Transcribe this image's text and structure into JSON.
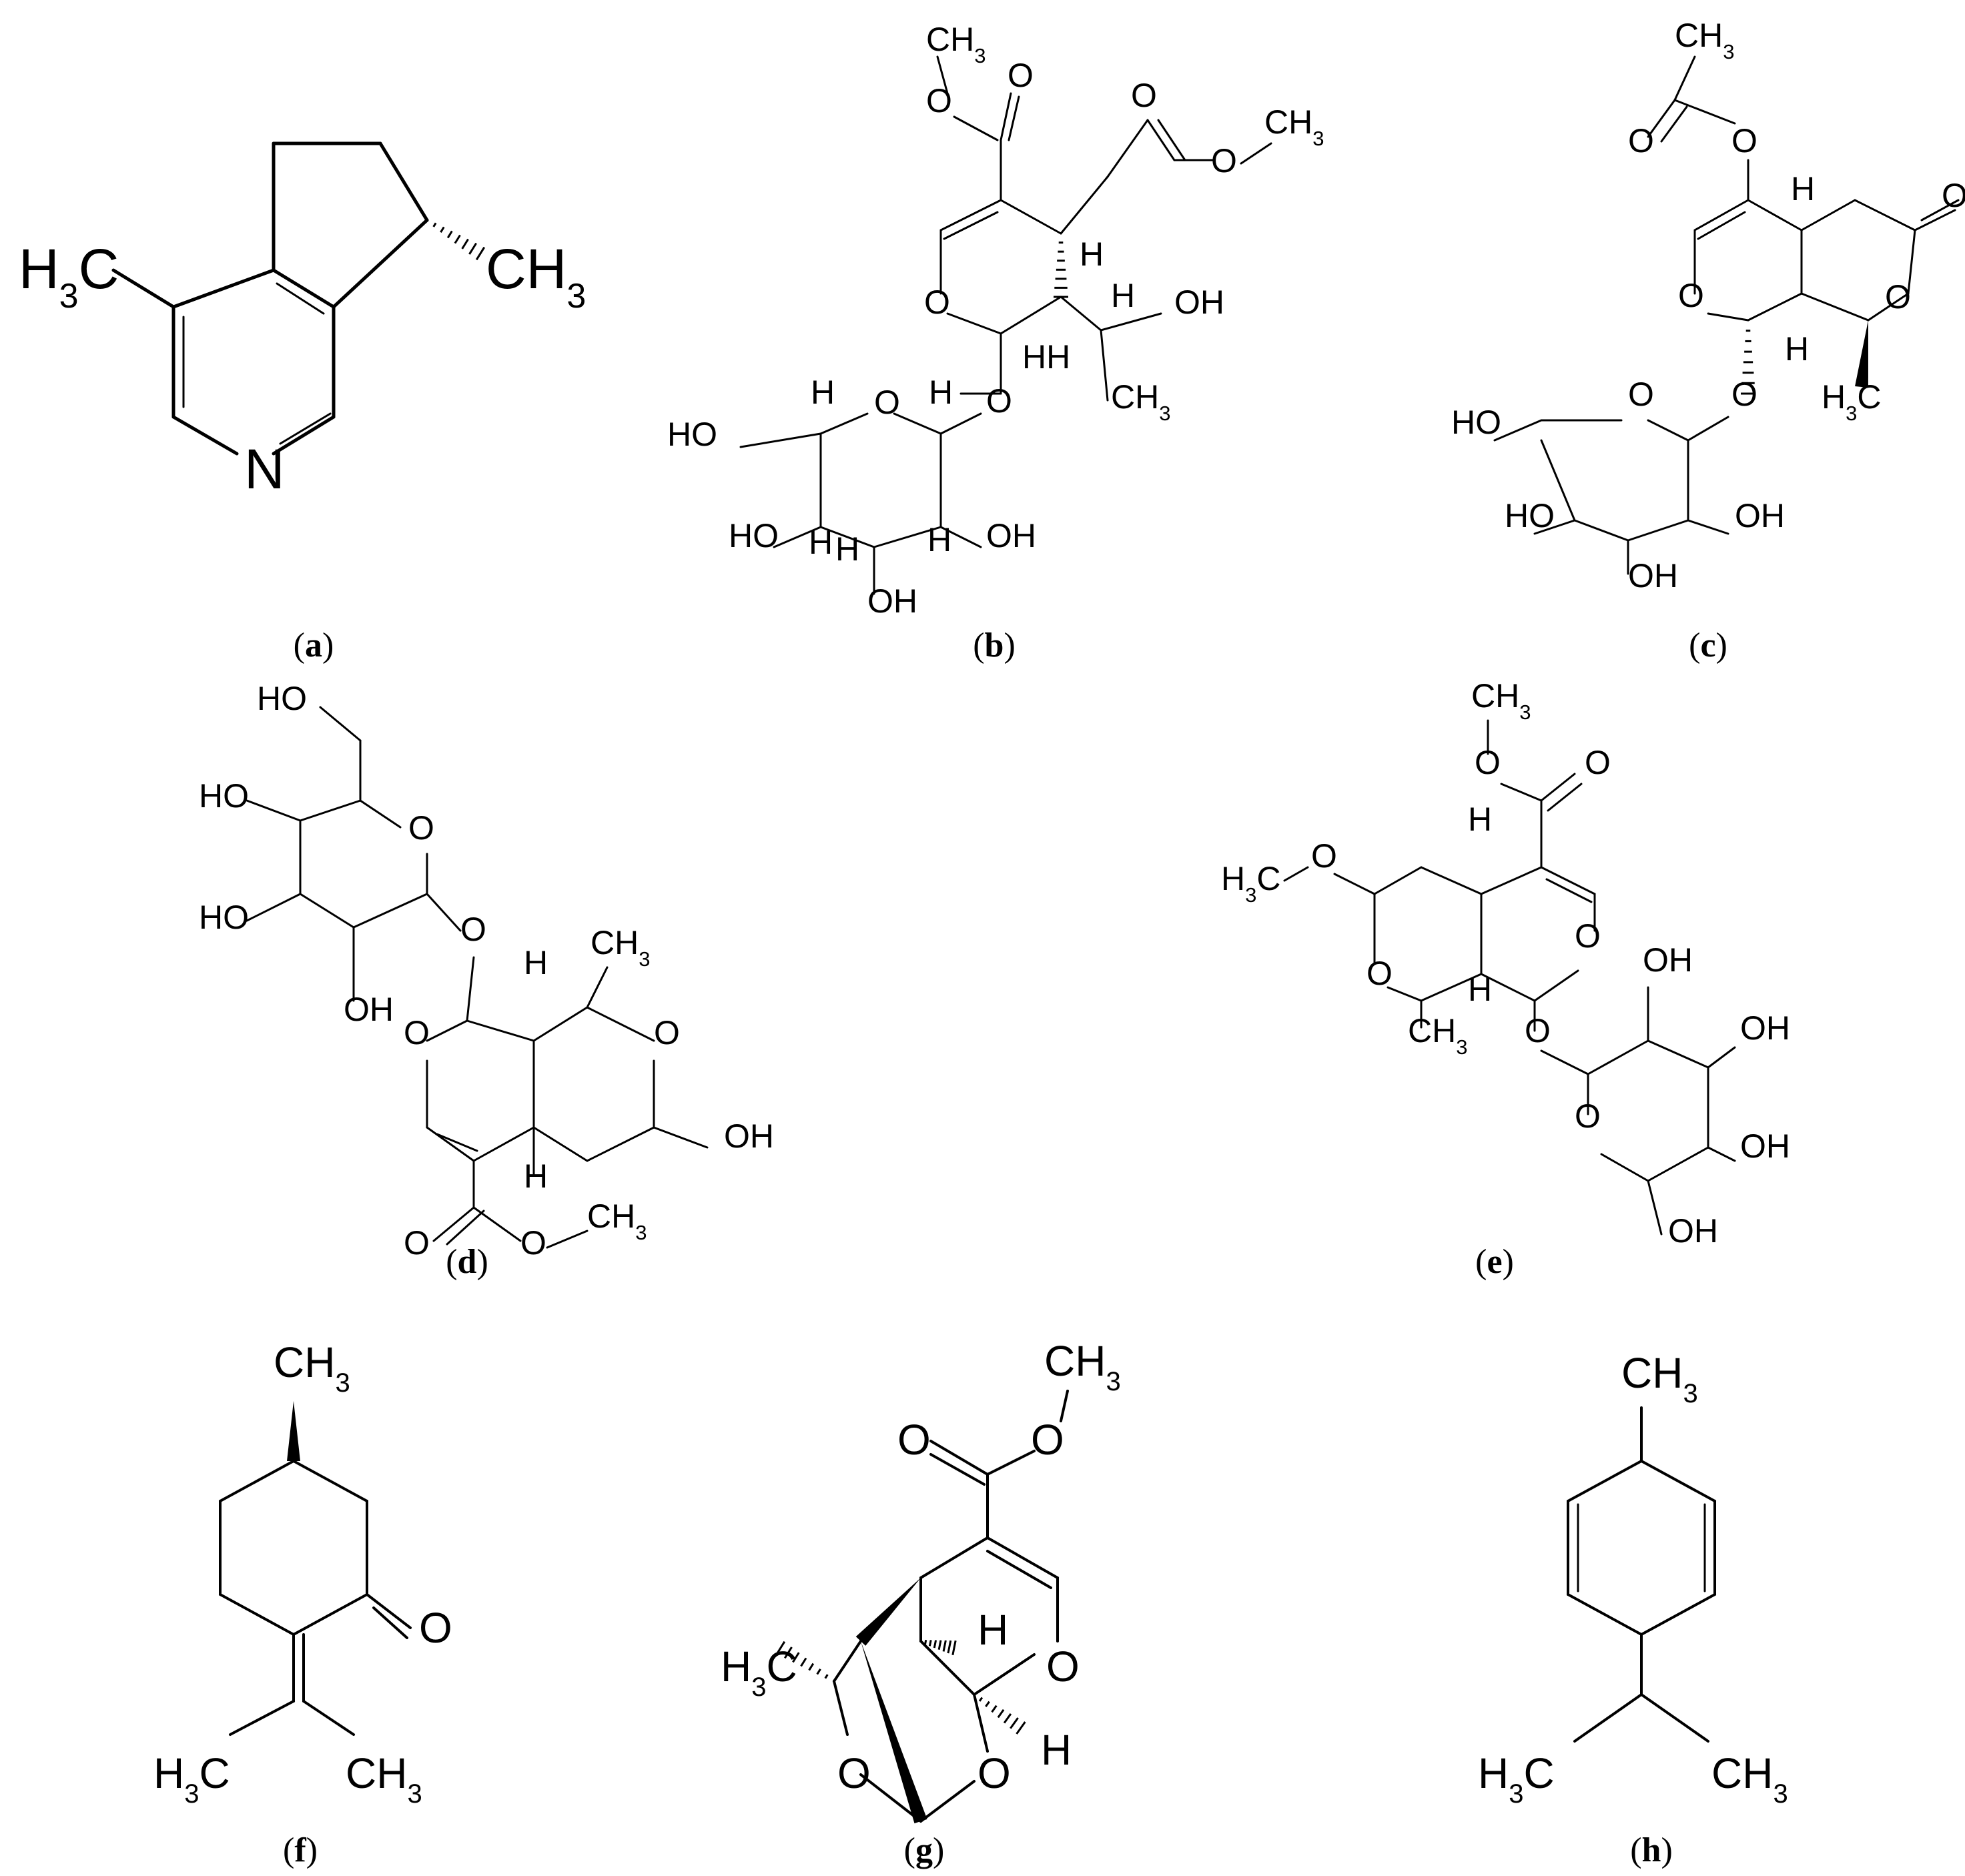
{
  "figure": {
    "panels": [
      {
        "id": "a",
        "caption_open": "(",
        "caption_letter": "a",
        "caption_close": ")",
        "labels": [
          {
            "key": "h3c",
            "base": "H",
            "sub": "3",
            "tail": "C"
          },
          {
            "key": "ch3",
            "base": "CH",
            "sub": "3",
            "tail": ""
          },
          {
            "key": "n",
            "base": "N",
            "sub": "",
            "tail": ""
          }
        ]
      },
      {
        "id": "b",
        "caption_open": "(",
        "caption_letter": "b",
        "caption_close": ")",
        "labels": [
          {
            "key": "ch3_top",
            "base": "CH",
            "sub": "3",
            "tail": ""
          },
          {
            "key": "o_carbonyl",
            "base": "O",
            "sub": "",
            "tail": ""
          },
          {
            "key": "o_ester",
            "base": "O",
            "sub": "",
            "tail": ""
          },
          {
            "key": "o_carbonyl2",
            "base": "O",
            "sub": "",
            "tail": ""
          },
          {
            "key": "o_ester2",
            "base": "O",
            "sub": "",
            "tail": ""
          },
          {
            "key": "ch3_right",
            "base": "CH",
            "sub": "3",
            "tail": ""
          },
          {
            "key": "h_ring",
            "base": "H",
            "sub": "",
            "tail": ""
          },
          {
            "key": "o_ring",
            "base": "O",
            "sub": "",
            "tail": ""
          },
          {
            "key": "hh",
            "base": "HH",
            "sub": "",
            "tail": ""
          },
          {
            "key": "h_side",
            "base": "H",
            "sub": "",
            "tail": ""
          },
          {
            "key": "oh_side",
            "base": "OH",
            "sub": "",
            "tail": ""
          },
          {
            "key": "ch3_side",
            "base": "CH",
            "sub": "3",
            "tail": ""
          },
          {
            "key": "o_glyco",
            "base": "O",
            "sub": "",
            "tail": ""
          },
          {
            "key": "ho_sugar",
            "base": "HO",
            "sub": "",
            "tail": ""
          },
          {
            "key": "h_s1",
            "base": "H",
            "sub": "",
            "tail": ""
          },
          {
            "key": "o_sugar",
            "base": "O",
            "sub": "",
            "tail": ""
          },
          {
            "key": "h_s2",
            "base": "H",
            "sub": "",
            "tail": ""
          },
          {
            "key": "ho_s2",
            "base": "HO",
            "sub": "",
            "tail": ""
          },
          {
            "key": "h_s3",
            "base": "H",
            "sub": "",
            "tail": ""
          },
          {
            "key": "h_s4",
            "base": "H",
            "sub": "",
            "tail": ""
          },
          {
            "key": "h_s5",
            "base": "H",
            "sub": "",
            "tail": ""
          },
          {
            "key": "oh_s3",
            "base": "OH",
            "sub": "",
            "tail": ""
          },
          {
            "key": "oh_s4",
            "base": "OH",
            "sub": "",
            "tail": ""
          }
        ]
      },
      {
        "id": "c",
        "caption_open": "(",
        "caption_letter": "c",
        "caption_close": ")",
        "labels": [
          {
            "key": "ch3_top",
            "base": "CH",
            "sub": "3",
            "tail": ""
          },
          {
            "key": "o_carbonyl",
            "base": "O",
            "sub": "",
            "tail": ""
          },
          {
            "key": "o_ester",
            "base": "O",
            "sub": "",
            "tail": ""
          },
          {
            "key": "h_ring",
            "base": "H",
            "sub": "",
            "tail": ""
          },
          {
            "key": "o_lactone_c",
            "base": "O",
            "sub": "",
            "tail": ""
          },
          {
            "key": "o_ring",
            "base": "O",
            "sub": "",
            "tail": ""
          },
          {
            "key": "o_lactone",
            "base": "O",
            "sub": "",
            "tail": ""
          },
          {
            "key": "h_ring2",
            "base": "H",
            "sub": "",
            "tail": ""
          },
          {
            "key": "o_glyco",
            "base": "O",
            "sub": "",
            "tail": ""
          },
          {
            "key": "h3c",
            "base": "H",
            "sub": "3",
            "tail": "C"
          },
          {
            "key": "ho_sugar",
            "base": "HO",
            "sub": "",
            "tail": ""
          },
          {
            "key": "o_sugar",
            "base": "O",
            "sub": "",
            "tail": ""
          },
          {
            "key": "ho_s2",
            "base": "HO",
            "sub": "",
            "tail": ""
          },
          {
            "key": "oh_s1",
            "base": "OH",
            "sub": "",
            "tail": ""
          },
          {
            "key": "oh_s2",
            "base": "OH",
            "sub": "",
            "tail": ""
          }
        ]
      },
      {
        "id": "d",
        "caption_open": "(",
        "caption_letter": "d",
        "caption_close": ")",
        "labels": [
          {
            "key": "ho_top",
            "base": "HO",
            "sub": "",
            "tail": ""
          },
          {
            "key": "ho_s1",
            "base": "HO",
            "sub": "",
            "tail": ""
          },
          {
            "key": "o_sugar",
            "base": "O",
            "sub": "",
            "tail": ""
          },
          {
            "key": "ho_s2",
            "base": "HO",
            "sub": "",
            "tail": ""
          },
          {
            "key": "o_glyco",
            "base": "O",
            "sub": "",
            "tail": ""
          },
          {
            "key": "oh_s3",
            "base": "OH",
            "sub": "",
            "tail": ""
          },
          {
            "key": "h_ring",
            "base": "H",
            "sub": "",
            "tail": ""
          },
          {
            "key": "ch3_ring",
            "base": "CH",
            "sub": "3",
            "tail": ""
          },
          {
            "key": "o_ring",
            "base": "O",
            "sub": "",
            "tail": ""
          },
          {
            "key": "o_ring2",
            "base": "O",
            "sub": "",
            "tail": ""
          },
          {
            "key": "oh_ring",
            "base": "OH",
            "sub": "",
            "tail": ""
          },
          {
            "key": "h_ring2",
            "base": "H",
            "sub": "",
            "tail": ""
          },
          {
            "key": "o_carbonyl",
            "base": "O",
            "sub": "",
            "tail": ""
          },
          {
            "key": "o_ester",
            "base": "O",
            "sub": "",
            "tail": ""
          },
          {
            "key": "ch3_ester",
            "base": "CH",
            "sub": "3",
            "tail": ""
          }
        ]
      },
      {
        "id": "e",
        "caption_open": "(",
        "caption_letter": "e",
        "caption_close": ")",
        "labels": [
          {
            "key": "ch3_top",
            "base": "CH",
            "sub": "3",
            "tail": ""
          },
          {
            "key": "o_ester",
            "base": "O",
            "sub": "",
            "tail": ""
          },
          {
            "key": "o_carbonyl",
            "base": "O",
            "sub": "",
            "tail": ""
          },
          {
            "key": "h3c_o",
            "base": "H",
            "sub": "3",
            "tail": "C"
          },
          {
            "key": "o_methoxy",
            "base": "O",
            "sub": "",
            "tail": ""
          },
          {
            "key": "h_ring",
            "base": "H",
            "sub": "",
            "tail": ""
          },
          {
            "key": "o_ring",
            "base": "O",
            "sub": "",
            "tail": ""
          },
          {
            "key": "o_ring2",
            "base": "O",
            "sub": "",
            "tail": ""
          },
          {
            "key": "h_ring2",
            "base": "H",
            "sub": "",
            "tail": ""
          },
          {
            "key": "ch3_ring",
            "base": "CH",
            "sub": "3",
            "tail": ""
          },
          {
            "key": "o_glyco",
            "base": "O",
            "sub": "",
            "tail": ""
          },
          {
            "key": "oh_s1",
            "base": "OH",
            "sub": "",
            "tail": ""
          },
          {
            "key": "oh_s2",
            "base": "OH",
            "sub": "",
            "tail": ""
          },
          {
            "key": "o_sugar",
            "base": "O",
            "sub": "",
            "tail": ""
          },
          {
            "key": "oh_s3",
            "base": "OH",
            "sub": "",
            "tail": ""
          },
          {
            "key": "oh_s4",
            "base": "OH",
            "sub": "",
            "tail": ""
          }
        ]
      },
      {
        "id": "f",
        "caption_open": "(",
        "caption_letter": "f",
        "caption_close": ")",
        "labels": [
          {
            "key": "ch3_top",
            "base": "CH",
            "sub": "3",
            "tail": ""
          },
          {
            "key": "o_keto",
            "base": "O",
            "sub": "",
            "tail": ""
          },
          {
            "key": "h3c",
            "base": "H",
            "sub": "3",
            "tail": "C"
          },
          {
            "key": "ch3",
            "base": "CH",
            "sub": "3",
            "tail": ""
          }
        ]
      },
      {
        "id": "g",
        "caption_open": "(",
        "caption_letter": "g",
        "caption_close": ")",
        "labels": [
          {
            "key": "ch3_top",
            "base": "CH",
            "sub": "3",
            "tail": ""
          },
          {
            "key": "o_carbonyl",
            "base": "O",
            "sub": "",
            "tail": ""
          },
          {
            "key": "o_ester",
            "base": "O",
            "sub": "",
            "tail": ""
          },
          {
            "key": "h_ring",
            "base": "H",
            "sub": "",
            "tail": ""
          },
          {
            "key": "o_ring",
            "base": "O",
            "sub": "",
            "tail": ""
          },
          {
            "key": "h3c",
            "base": "H",
            "sub": "3",
            "tail": "C"
          },
          {
            "key": "h_ring2",
            "base": "H",
            "sub": "",
            "tail": ""
          },
          {
            "key": "o_l",
            "base": "O",
            "sub": "",
            "tail": ""
          },
          {
            "key": "o_r",
            "base": "O",
            "sub": "",
            "tail": ""
          }
        ]
      },
      {
        "id": "h",
        "caption_open": "(",
        "caption_letter": "h",
        "caption_close": ")",
        "labels": [
          {
            "key": "ch3_top",
            "base": "CH",
            "sub": "3",
            "tail": ""
          },
          {
            "key": "h3c",
            "base": "H",
            "sub": "3",
            "tail": "C"
          },
          {
            "key": "ch3",
            "base": "CH",
            "sub": "3",
            "tail": ""
          }
        ]
      }
    ]
  }
}
